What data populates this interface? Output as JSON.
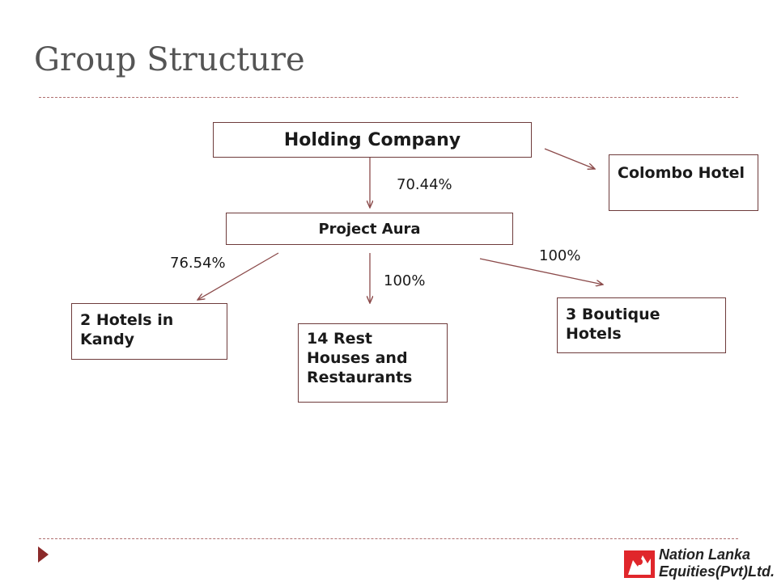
{
  "slide": {
    "title": "Group Structure"
  },
  "nodes": {
    "holding": "Holding Company",
    "colombo": "Colombo Hotel",
    "aura": "Project Aura",
    "kandy": "2 Hotels in Kandy",
    "rest": "14 Rest Houses and Restaurants",
    "boutique": "3 Boutique Hotels"
  },
  "edges": {
    "holding_to_aura": "70.44%",
    "aura_to_kandy": "76.54%",
    "aura_to_rest": "100%",
    "aura_to_boutique": "100%"
  },
  "footer": {
    "logo_line1": "Nation Lanka",
    "logo_line2": "Equities(Pvt)Ltd."
  },
  "colors": {
    "accent": "#8b2a2a",
    "box_border": "#6e3b3b",
    "arrow": "#8b4a4a",
    "logo_red": "#e0262b"
  }
}
